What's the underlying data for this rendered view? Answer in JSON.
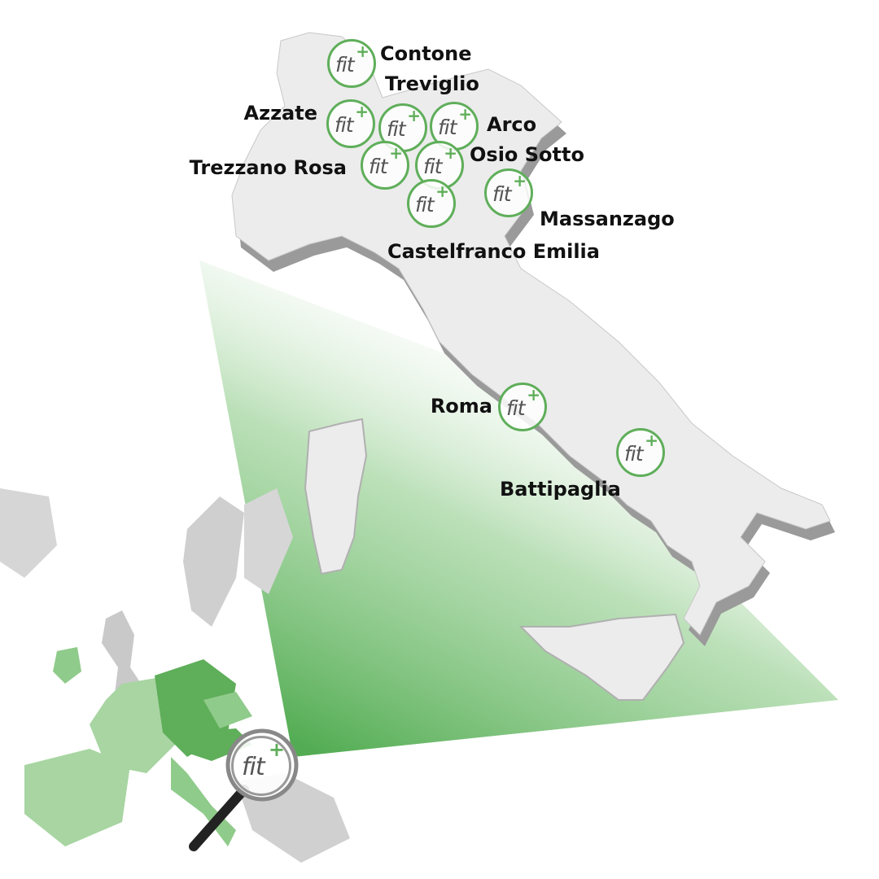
{
  "brand": {
    "logo_text": "fit",
    "logo_plus": "+",
    "accent_color": "#5fae5a"
  },
  "locations": [
    {
      "name": "Contone"
    },
    {
      "name": "Treviglio"
    },
    {
      "name": "Azzate"
    },
    {
      "name": "Arco"
    },
    {
      "name": "Trezzano Rosa"
    },
    {
      "name": "Osio Sotto"
    },
    {
      "name": "Massanzago"
    },
    {
      "name": "Castelfranco Emilia"
    },
    {
      "name": "Roma"
    },
    {
      "name": "Battipaglia"
    }
  ]
}
